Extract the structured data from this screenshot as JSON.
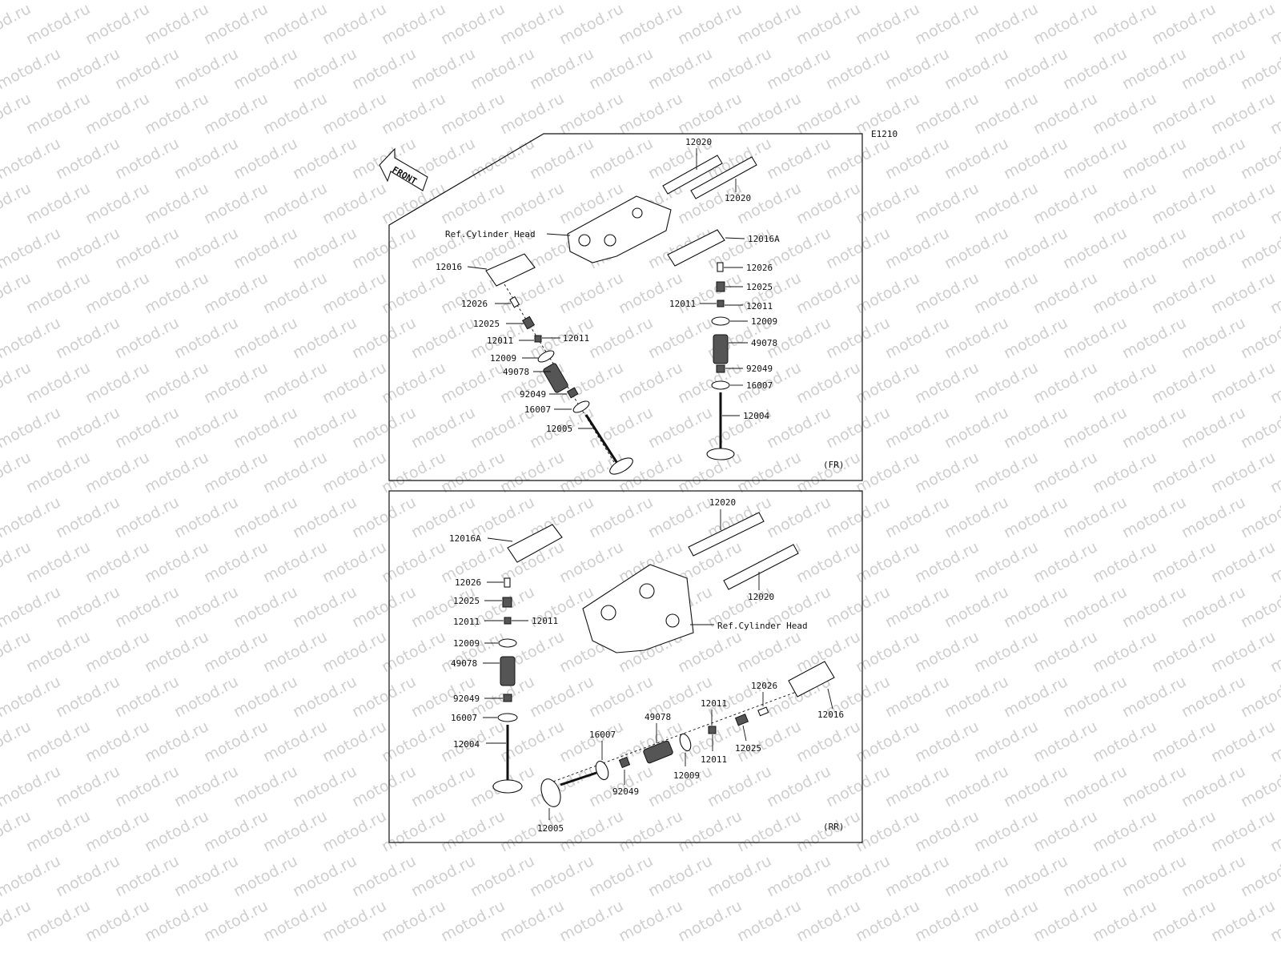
{
  "watermark": "motod.ru",
  "figure_code": "E1210",
  "front_arrow_label": "FRONT",
  "panels": {
    "front": {
      "tag": "(FR)",
      "labels": {
        "camshaft_upper": "12020",
        "camshaft_lower": "12020",
        "ref_head": "Ref.Cylinder Head",
        "rocker_right": "12016A",
        "rocker_left": "12016",
        "adjuster_right": "12026",
        "locknut_right": "12025",
        "cotter_right_a": "12011",
        "cotter_right_b": "12011",
        "retainer_right": "12009",
        "spring_right": "49078",
        "seal_right": "92049",
        "seat_right": "16007",
        "valve_right": "12004",
        "adjuster_left": "12026",
        "locknut_left": "12025",
        "cotter_left_a": "12011",
        "cotter_left_b": "12011",
        "retainer_left": "12009",
        "spring_left": "49078",
        "seal_left": "92049",
        "seat_left": "16007",
        "valve_left": "12005"
      }
    },
    "rear": {
      "tag": "(RR)",
      "labels": {
        "camshaft_upper": "12020",
        "camshaft_lower": "12020",
        "ref_head": "Ref.Cylinder Head",
        "rocker_left": "12016A",
        "adjuster_left": "12026",
        "locknut_left": "12025",
        "cotter_left_a": "12011",
        "cotter_left_b": "12011",
        "retainer_left": "12009",
        "spring_left": "49078",
        "seal_left": "92049",
        "seat_left": "16007",
        "valve_left": "12004",
        "rocker_right": "12016",
        "adjuster_right": "12026",
        "locknut_right": "12025",
        "cotter_right_a": "12011",
        "cotter_right_b": "12011",
        "retainer_right": "12009",
        "spring_right": "49078",
        "seal_right": "92049",
        "seat_right": "16007",
        "valve_right": "12005"
      }
    }
  }
}
